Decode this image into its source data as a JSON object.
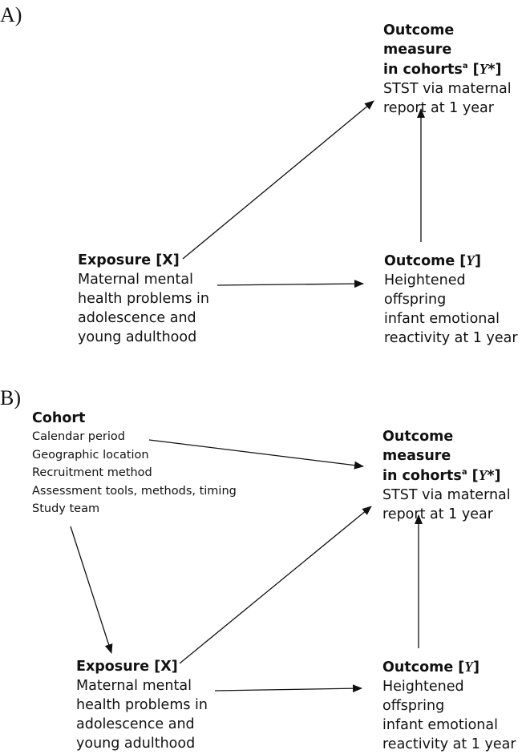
{
  "panel_a": {
    "label": "A)",
    "outcome_measure": {
      "head_pre": "Outcome measure",
      "head_line2_pre": "in cohorts",
      "head_sup": "a",
      "bracket_open": " [",
      "var": "Y",
      "var_suffix": "*]",
      "lines": [
        "STST via maternal",
        "report at 1 year"
      ]
    },
    "exposure": {
      "head": "Exposure [X]",
      "lines": [
        "Maternal mental",
        "health problems in",
        "adolescence and",
        "young adulthood"
      ]
    },
    "outcome": {
      "head_pre": "Outcome [",
      "var": "Y",
      "head_post": "]",
      "lines": [
        "Heightened offspring",
        "infant emotional",
        "reactivity at 1 year"
      ]
    }
  },
  "panel_b": {
    "label": "B)",
    "cohort": {
      "head": "Cohort",
      "lines": [
        "Calendar period",
        "Geographic location",
        "Recruitment method",
        "Assessment tools, methods, timing",
        "Study team"
      ]
    },
    "outcome_measure": {
      "head_pre": "Outcome measure",
      "head_line2_pre": "in cohorts",
      "head_sup": "a",
      "bracket_open": " [",
      "var": "Y",
      "var_suffix": "*]",
      "lines": [
        "STST via maternal",
        "report at 1 year"
      ]
    },
    "exposure": {
      "head": "Exposure [X]",
      "lines": [
        "Maternal mental",
        "health problems in",
        "adolescence and",
        "young adulthood"
      ]
    },
    "outcome": {
      "head_pre": "Outcome [",
      "var": "Y",
      "head_post": "]",
      "lines": [
        "Heightened offspring",
        "infant emotional",
        "reactivity at 1 year"
      ]
    }
  }
}
